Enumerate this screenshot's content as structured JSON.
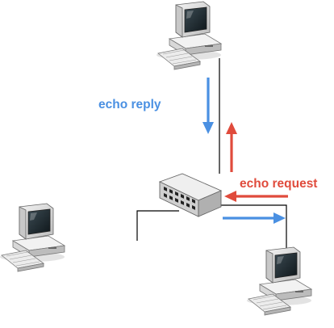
{
  "labels": {
    "echo_reply": "echo reply",
    "echo_request": "echo request"
  },
  "colors": {
    "reply_arrow": "#4a90e2",
    "request_arrow": "#e04b3c",
    "cable": "#000000",
    "computer_body": "#e6e6e6",
    "screen": "#1e2a30",
    "hub": "#c9c9c9"
  },
  "devices": [
    {
      "name": "computer-top",
      "icon": "desktop-computer-icon"
    },
    {
      "name": "computer-left",
      "icon": "desktop-computer-icon"
    },
    {
      "name": "computer-right",
      "icon": "desktop-computer-icon"
    },
    {
      "name": "network-hub",
      "icon": "network-hub-icon"
    }
  ]
}
